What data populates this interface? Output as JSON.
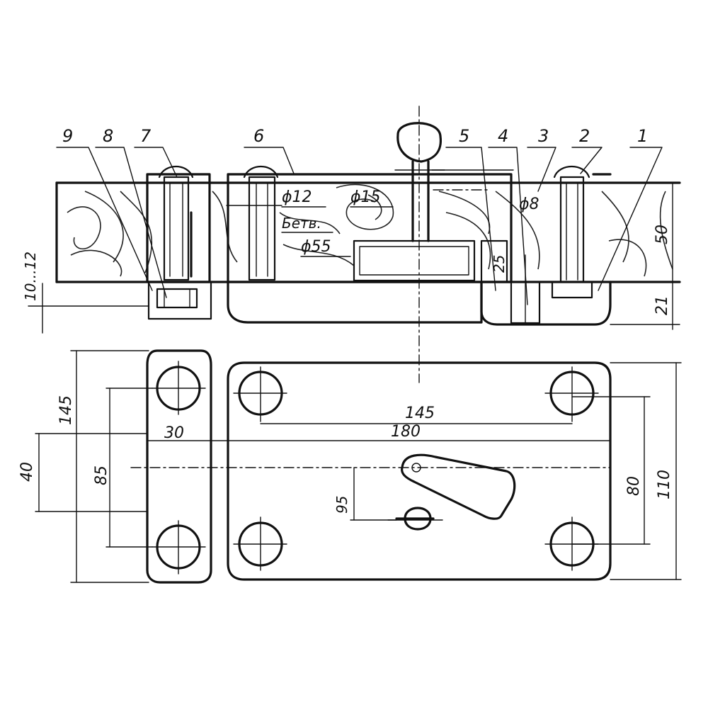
{
  "drawing": {
    "callouts": [
      "9",
      "8",
      "7",
      "6",
      "5",
      "4",
      "3",
      "2",
      "1"
    ],
    "section_labels": {
      "d12": "ϕ12",
      "d15": "ϕ15",
      "d8": "ϕ8",
      "d55": "ϕ55",
      "betw": "Бетв.",
      "h25": "25"
    },
    "dimensions": {
      "gap": "10...12",
      "h50": "50",
      "h21": "21",
      "d145v": "145",
      "d30": "30",
      "d145h": "145",
      "d180": "180",
      "d40": "40",
      "d85": "85",
      "d95": "95",
      "d80": "80",
      "d110": "110"
    }
  }
}
